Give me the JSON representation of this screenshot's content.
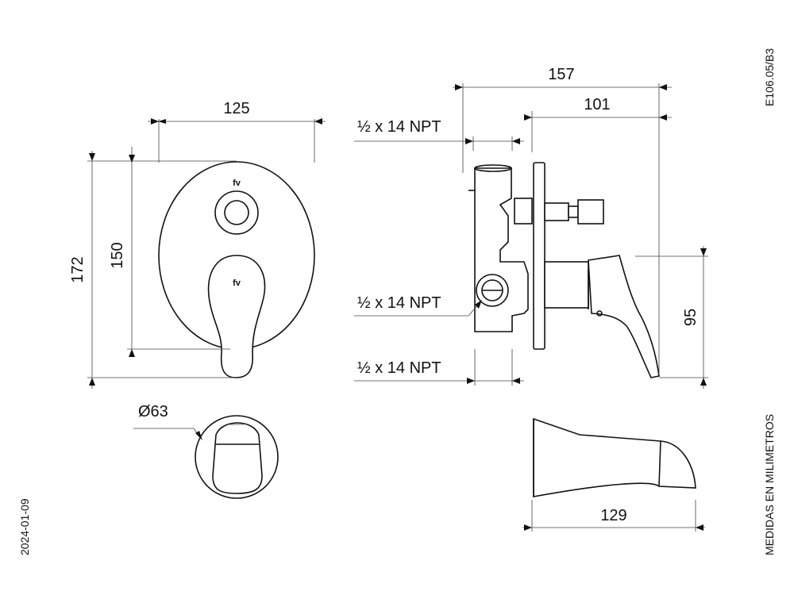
{
  "drawing": {
    "code": "E106.05/B3",
    "date": "2024-01-09",
    "units_note": "MEDIDAS EN MILIMETROS",
    "logo_text": "fv",
    "dimensions": {
      "plate_width": "125",
      "plate_height": "172",
      "plate_inner_height": "150",
      "overall_depth": "157",
      "depth_from_wall": "101",
      "lever_height": "95",
      "spout_length": "129",
      "diverter_diameter": "Ø63"
    },
    "threads": {
      "top": "½ x 14 NPT",
      "middle": "½ x 14 NPT",
      "bottom": "½ x 14 NPT"
    }
  }
}
